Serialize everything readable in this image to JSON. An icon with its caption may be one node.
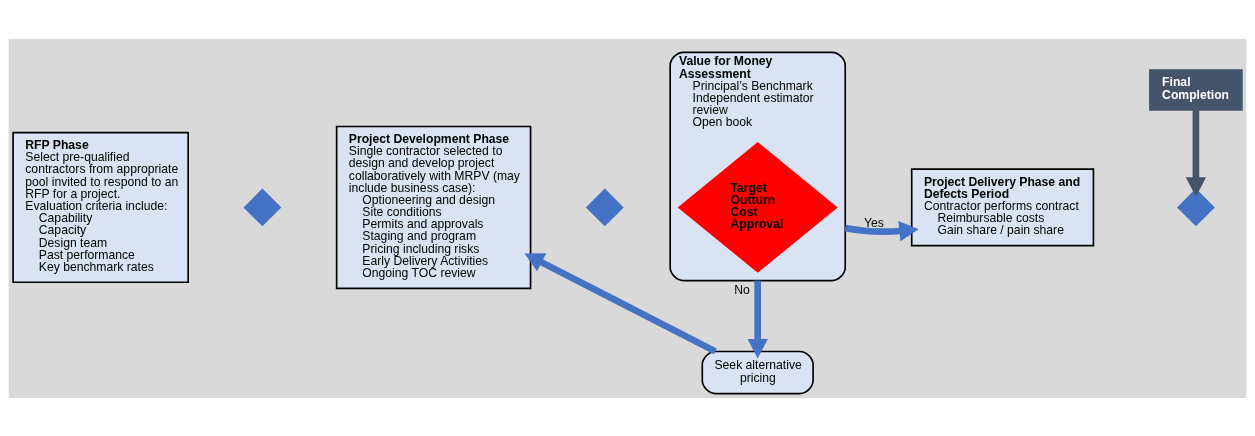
{
  "diagram": {
    "nodes": [
      {
        "text": [
          "RFP Phase",
          "Select pre-qualified contractors from appropriate pool invited to respond to an RFP for a project.",
          "Evaluation criteria include:",
          "Capability",
          "Capacity",
          "Design team",
          "Past performance",
          "Key benchmark rates"
        ]
      },
      {
        "text": [],
        "shape": "diamond"
      },
      {
        "text": [
          "Project Development Phase",
          "Single contractor selected to design and develop project collaboratively with MRPV (may include business case):",
          "Optioneering and design",
          "Site conditions",
          "Permits and approvals",
          "Staging and program",
          "Pricing including risks",
          "Early Delivery Activities",
          "Ongoing TOC review"
        ]
      },
      {
        "text": [],
        "shape": "diamond"
      },
      {
        "text": [
          "Value for Money Assessment",
          "Principal’s Benchmark",
          "Independent estimator review",
          "Open book"
        ]
      },
      {
        "text": [
          "Target Outturn Cost Approval"
        ],
        "in": 4
      },
      {
        "text": [
          "Project Delivery Phase and Defects Period",
          "Contractor performs contract",
          "Reimbursable costs",
          "Gain share / pain share"
        ]
      },
      {
        "text": [],
        "shape": "diamond"
      },
      {
        "text": [
          "Final Completion"
        ]
      },
      {
        "text": [
          "Seek alternative pricing"
        ]
      }
    ],
    "edges": [
      {
        "from": 4,
        "to": 6,
        "arrow": "to",
        "label": "Yes"
      },
      {
        "from": 4,
        "to": 9,
        "arrow": "to",
        "label": "No"
      },
      {
        "from": 9,
        "to": 2,
        "arrow": "to"
      },
      {
        "from": 8,
        "to": 7,
        "arrow": "to",
        "color": "#44546a"
      }
    ]
  }
}
